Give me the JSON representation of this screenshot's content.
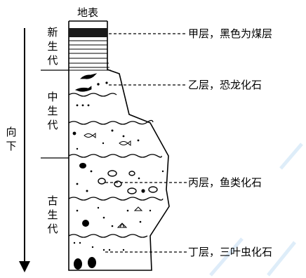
{
  "surface_label": "地表",
  "direction_label": [
    "向",
    "下"
  ],
  "eras": [
    {
      "name": [
        "新",
        "生",
        "代"
      ]
    },
    {
      "name": [
        "中",
        "生",
        "代"
      ]
    },
    {
      "name": [
        "古",
        "生",
        "代"
      ]
    }
  ],
  "layers": [
    {
      "label": "甲层，黑色为煤层"
    },
    {
      "label": "乙层，恐龙化石"
    },
    {
      "label": "丙层，鱼类化石"
    },
    {
      "label": "丁层，三叶虫化石"
    }
  ],
  "colors": {
    "ink": "#000000",
    "background": "#ffffff",
    "watermark": "#cfe3f7"
  }
}
